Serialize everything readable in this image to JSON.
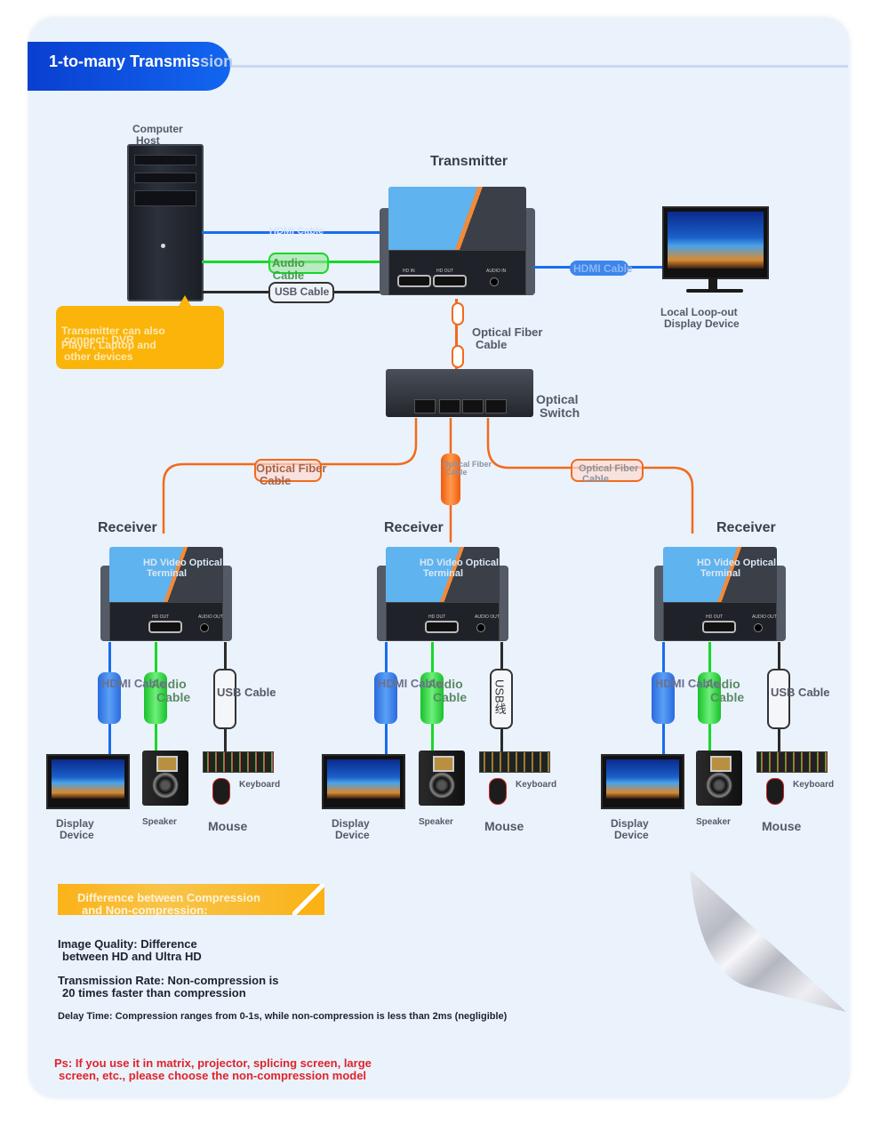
{
  "header": {
    "title_main": "1-to-many Transmis",
    "title_faded": "sion"
  },
  "source": {
    "label": "Computer Host",
    "label_line1": "Computer",
    "label_line2": "Host"
  },
  "callout": {
    "line1": "Transmitter can also",
    "line2": "connect: DVR",
    "line3": "Player, Laptop and",
    "line4": "other devices"
  },
  "transmitter": {
    "title": "Transmitter",
    "ports": [
      "HD IN",
      "HD OUT",
      "AUDIO IN"
    ],
    "input_cables": [
      {
        "label": "HDMI Cable",
        "color": "#1a6cf0"
      },
      {
        "label_line1": "Audio",
        "label_line2": "Cable",
        "color": "#18d82a"
      },
      {
        "label": "USB Cable",
        "color": "#2a2a2a"
      }
    ],
    "loop_cable": {
      "label": "HDMI Cable",
      "color": "#1a6cf0"
    }
  },
  "loop_display": {
    "label_line1": "Local Loop-out",
    "label_line2": "Display Device"
  },
  "uplink_fiber": {
    "label_line1": "Optical Fiber",
    "label_line2": "Cable",
    "color": "#f26a1c"
  },
  "switch": {
    "label_line1": "Optical",
    "label_line2": "Switch"
  },
  "fiber_links": [
    {
      "label_line1": "Optical Fiber",
      "label_line2": "Cable"
    },
    {
      "label_line1": "Optical Fiber",
      "label_line2": "Cable"
    },
    {
      "label_line1": "Optical Fiber",
      "label_line2": "Cable"
    }
  ],
  "receivers": [
    {
      "title": "Receiver",
      "overlay_line1": "HD Video Optical",
      "overlay_line2": "Terminal",
      "ports": [
        "HD OUT",
        "AUDIO OUT"
      ],
      "hdmi_label": "HDMI Cable",
      "audio_label_line1": "Audio",
      "audio_label_line2": "Cable",
      "usb_label": "USB Cable",
      "display_line1": "Display",
      "display_line2": "Device",
      "speaker": "Speaker",
      "keyboard": "Keyboard",
      "mouse": "Mouse"
    },
    {
      "title": "Receiver",
      "overlay_line1": "HD Video Optical",
      "overlay_line2": "Terminal",
      "ports": [
        "HD OUT",
        "AUDIO OUT"
      ],
      "hdmi_label": "HDMI Cable",
      "audio_label_line1": "Audio",
      "audio_label_line2": "Cable",
      "usb_label": "USB线",
      "display_line1": "Display",
      "display_line2": "Device",
      "speaker": "Speaker",
      "keyboard": "Keyboard",
      "mouse": "Mouse"
    },
    {
      "title": "Receiver",
      "overlay_line1": "HD Video Optical",
      "overlay_line2": "Terminal",
      "ports": [
        "HD OUT",
        "AUDIO OUT"
      ],
      "hdmi_label": "HDMI Cable",
      "audio_label_line1": "Audio",
      "audio_label_line2": "Cable",
      "usb_label": "USB Cable",
      "display_line1": "Display",
      "display_line2": "Device",
      "speaker": "Speaker",
      "keyboard": "Keyboard",
      "mouse": "Mouse"
    }
  ],
  "comparison": {
    "heading_line1": "Difference between Compression",
    "heading_line2": "and Non-compression:",
    "image_quality_line1": "Image Quality: Difference",
    "image_quality_line2": "between HD and Ultra HD",
    "rate_line1": "Transmission Rate: Non-compression is",
    "rate_line2": "20 times faster than compression",
    "delay": "Delay Time: Compression ranges from 0-1s, while non-compression is less than 2ms (negligible)",
    "note_line1": "Ps: If you use it in matrix, projector, splicing screen, large",
    "note_line2": "screen, etc., please choose the non-compression model"
  },
  "colors": {
    "hdmi": "#1a6cf0",
    "audio": "#18d82a",
    "usb": "#2a2a2a",
    "fiber": "#f26a1c",
    "accent_orange": "#fbb40a",
    "title_blue": "#0a50e0",
    "warning_red": "#e0242a"
  }
}
